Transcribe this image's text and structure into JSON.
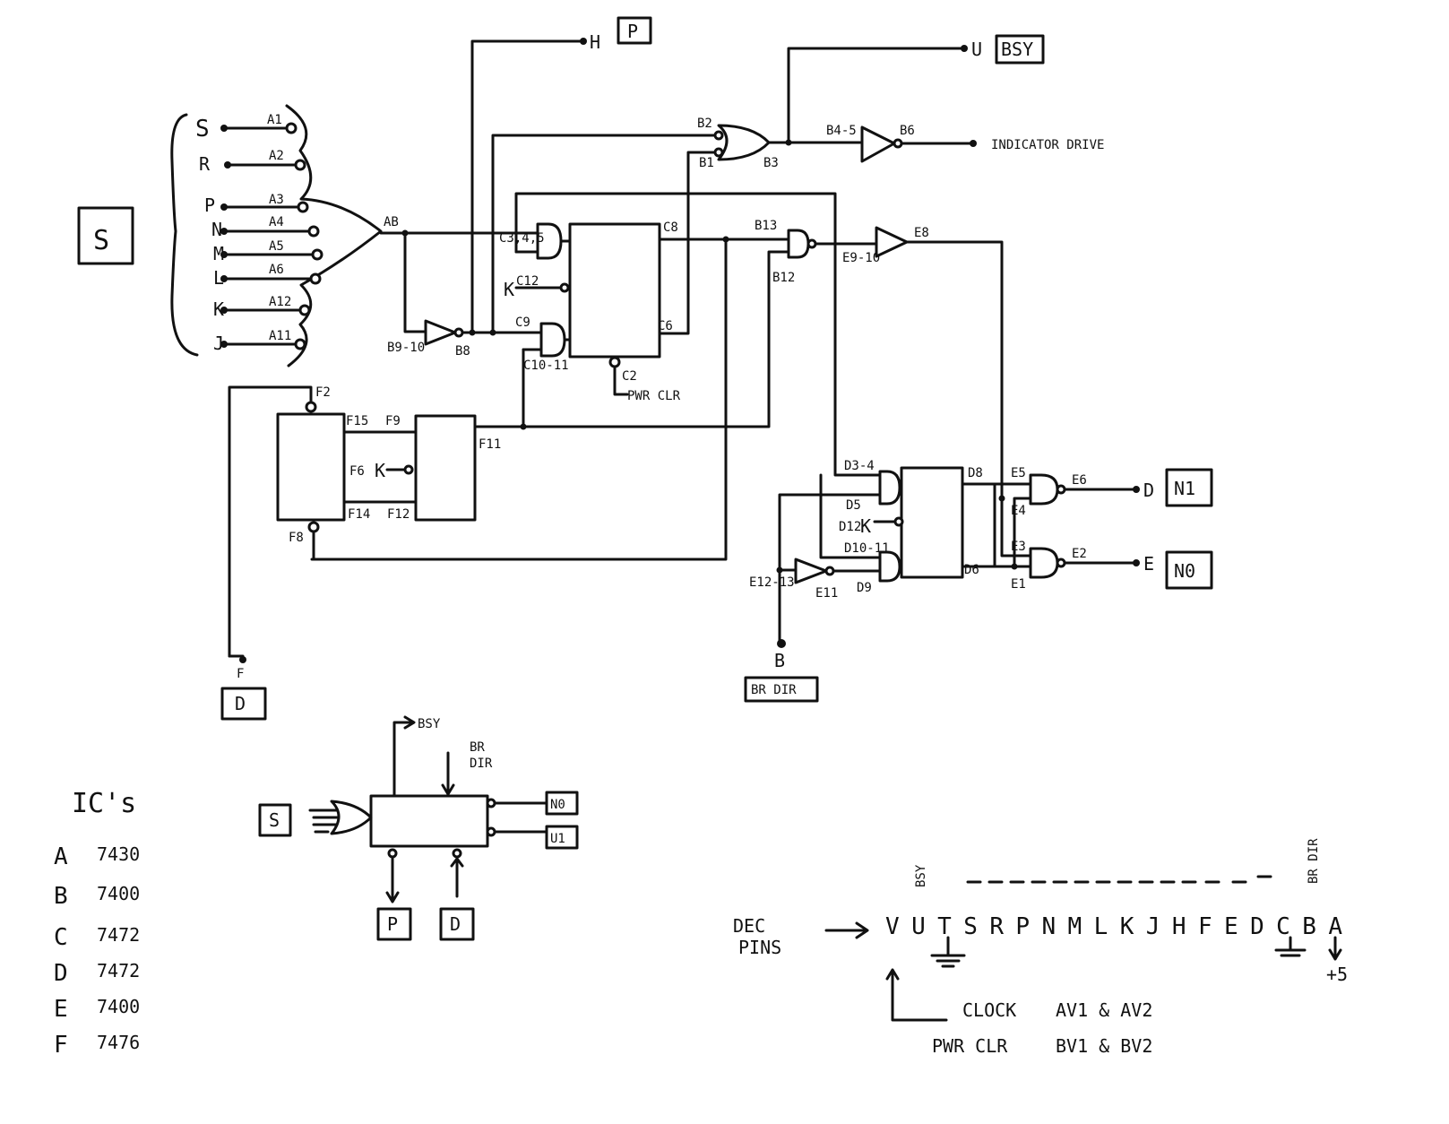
{
  "inputs": {
    "main_block": "S",
    "names": [
      "S",
      "R",
      "P",
      "N",
      "M",
      "L",
      "K",
      "J"
    ],
    "pins": [
      "A1",
      "A2",
      "A3",
      "A4",
      "A5",
      "A6",
      "A12",
      "A11"
    ],
    "gate_out": "AB"
  },
  "labels": {
    "H": "H",
    "P_box": "P",
    "U": "U",
    "BSY_box": "BSY",
    "B2": "B2",
    "B1": "B1",
    "B3": "B3",
    "B45": "B4-5",
    "B6": "B6",
    "indicator": "INDICATOR DRIVE",
    "C345": "C3,4,5",
    "C12": "C12",
    "K1": "K",
    "C9": "C9",
    "C1011": "C10-11",
    "C8": "C8",
    "C6": "C6",
    "C2": "C2",
    "pwr_clr": "PWR CLR",
    "B910": "B9-10",
    "B8": "B8",
    "B13": "B13",
    "B12": "B12",
    "E910": "E9-10",
    "E8": "E8",
    "F2": "F2",
    "F15": "F15",
    "F9": "F9",
    "F6": "F6",
    "K2": "K",
    "F11": "F11",
    "F14": "F14",
    "F12": "F12",
    "F8": "F8",
    "F": "F",
    "D_box": "D",
    "D34": "D3-4",
    "D5": "D5",
    "D12": "D12",
    "K3": "K",
    "D1011": "D10-11",
    "D8": "D8",
    "D6": "D6",
    "D9": "D9",
    "E1213": "E12-13",
    "E11": "E11",
    "E5": "E5",
    "E4": "E4",
    "E6": "E6",
    "D_pin": "D",
    "N1": "N1",
    "E3": "E3",
    "E1": "E1",
    "E2": "E2",
    "E_pin": "E",
    "N0": "N0",
    "B_pin": "B",
    "br_dir": "BR DIR"
  },
  "block": {
    "bsy": "BSY",
    "br_dir_top": "BR",
    "br_dir_bot": "DIR",
    "S": "S",
    "N0": "N0",
    "U1": "U1",
    "P": "P",
    "D": "D"
  },
  "ics": {
    "title": "IC's",
    "rows": [
      {
        "letter": "A",
        "part": "7430"
      },
      {
        "letter": "B",
        "part": "7400"
      },
      {
        "letter": "C",
        "part": "7472"
      },
      {
        "letter": "D",
        "part": "7472"
      },
      {
        "letter": "E",
        "part": "7400"
      },
      {
        "letter": "F",
        "part": "7476"
      }
    ]
  },
  "dec": {
    "title_top": "DEC",
    "title_bot": "PINS",
    "pins": "VUTSRPNMLKJHFEDCBA",
    "bsy": "BSY",
    "br_dir": "BR DIR",
    "plus5": "+5",
    "clock_label": "CLOCK",
    "clock_pins": "AV1 & AV2",
    "pwr_label": "PWR CLR",
    "pwr_pins": "BV1 & BV2"
  }
}
